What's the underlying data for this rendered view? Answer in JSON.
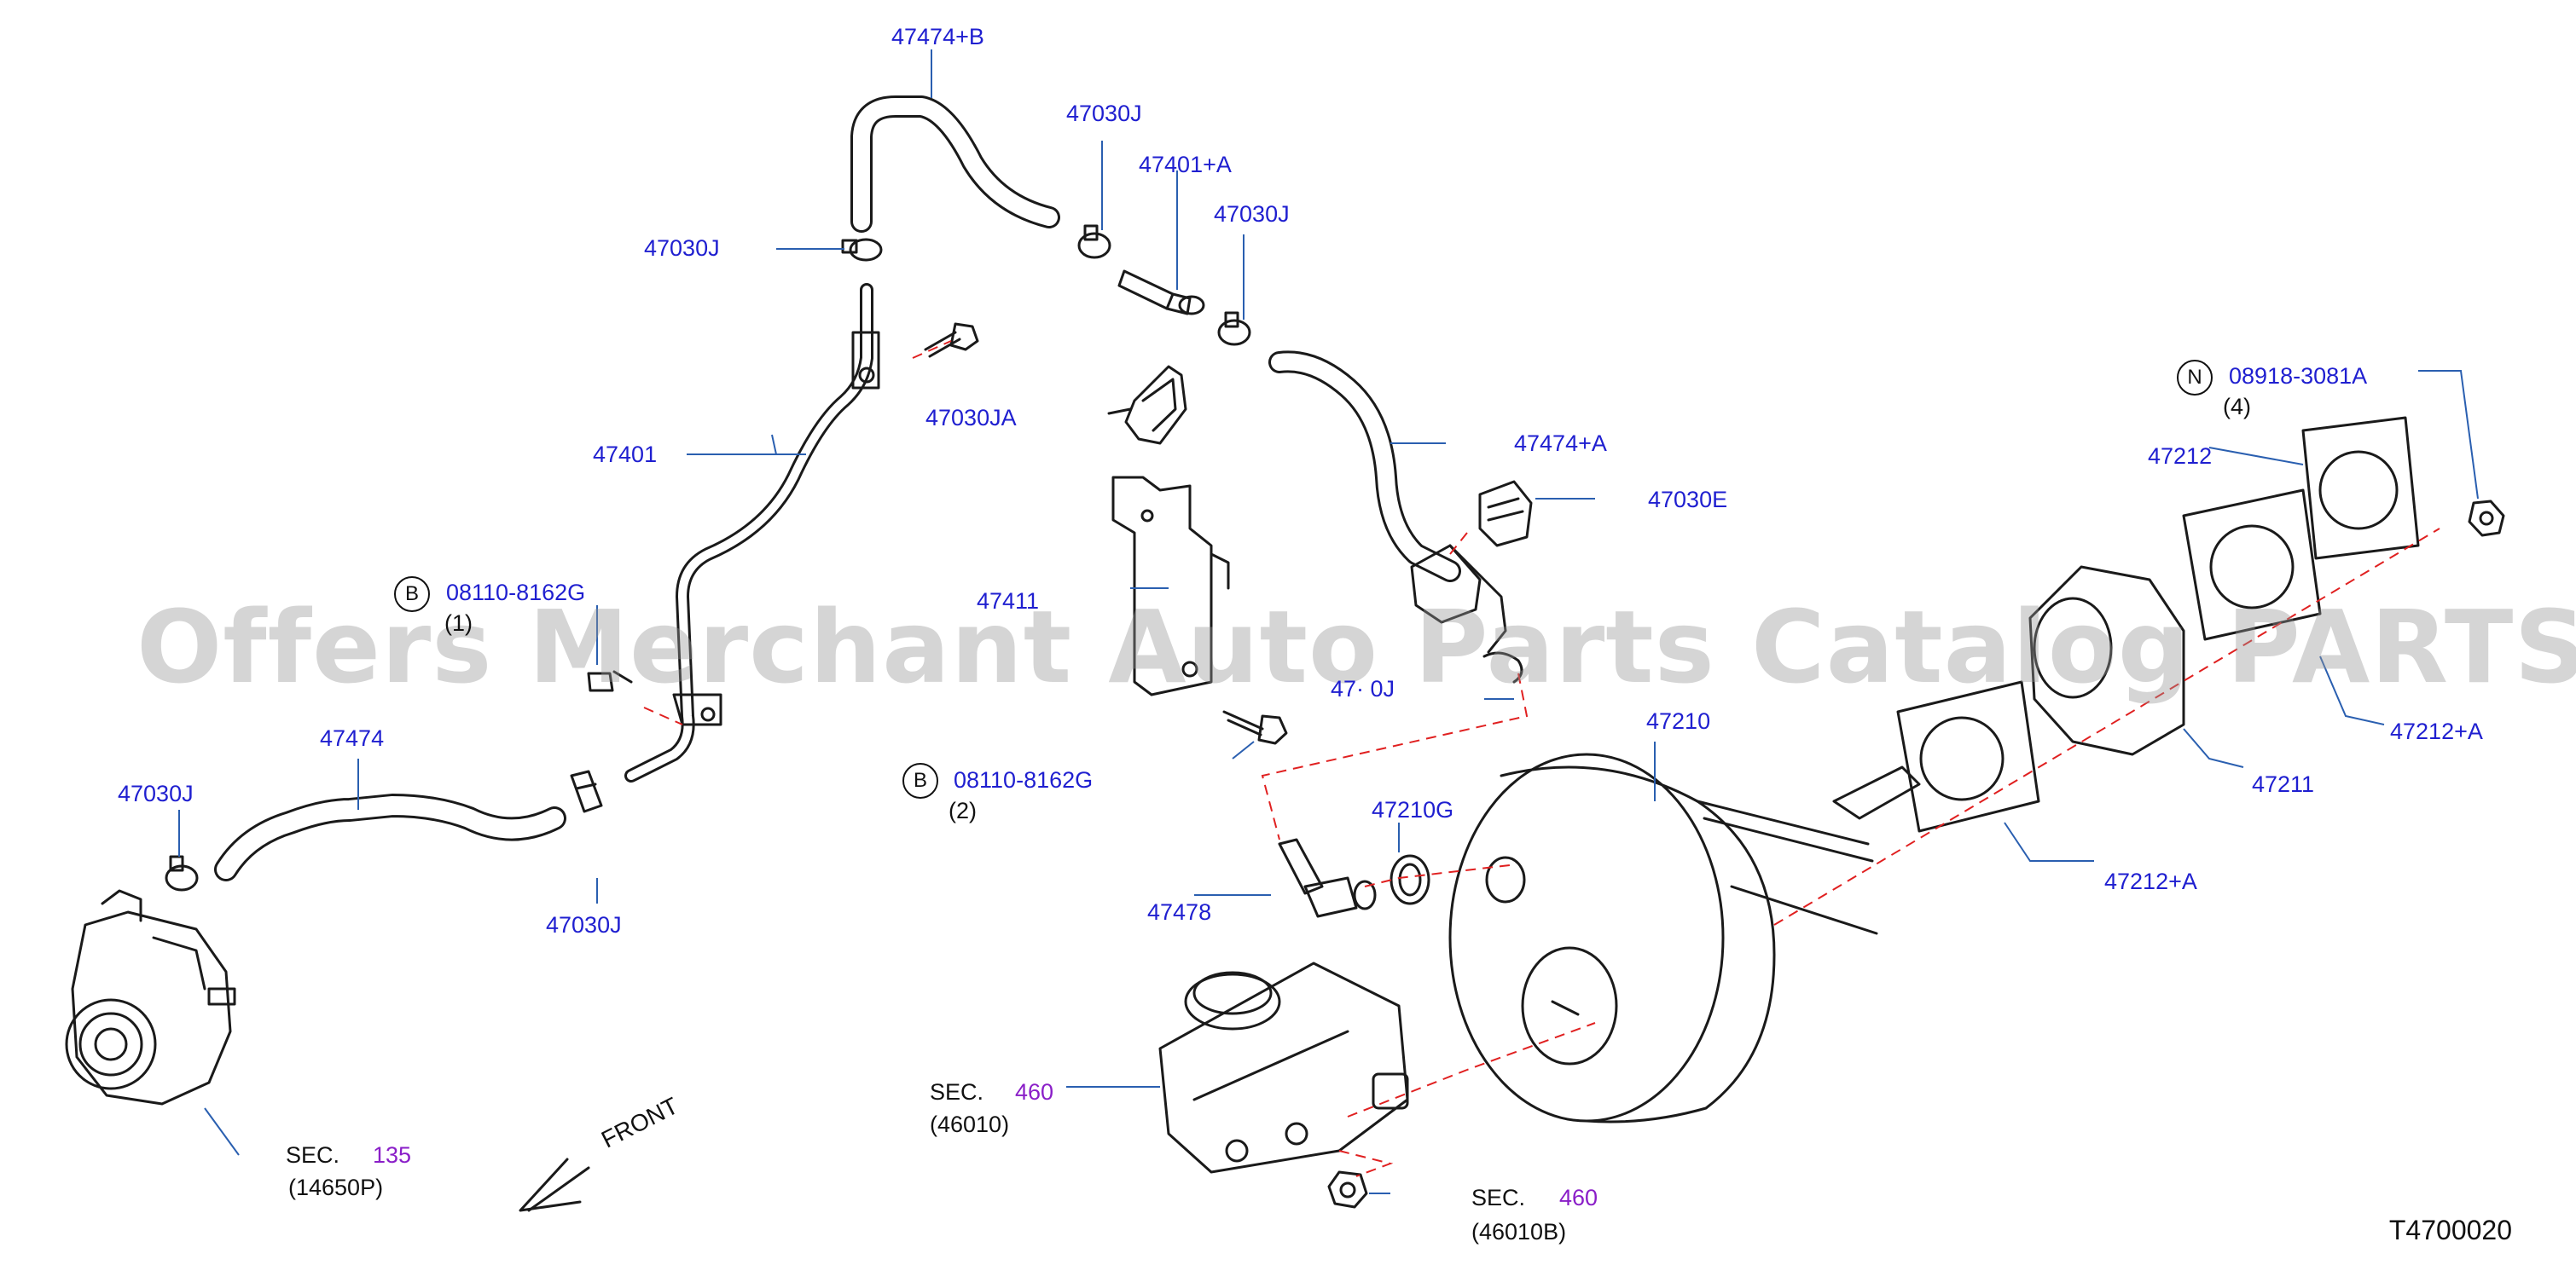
{
  "watermark": "Offers Merchant Auto Parts Catalog PARTSTORE.SA",
  "diagram_code": "T4700020",
  "front_label": "FRONT",
  "callouts": {
    "hose_47474B": "47474+B",
    "clip_47030J_top": "47030J",
    "pipe_47401A": "47401+A",
    "clip_47030J_a": "47030J",
    "clip_47030J_left": "47030J",
    "clip_47030JA": "47030JA",
    "pipe_47401": "47401",
    "hose_47474A": "47474+A",
    "valve_47030E": "47030E",
    "bolt_08110_1": "08110-8162G",
    "bolt_08110_1_qty": "(1)",
    "bolt_08110_1_prefix": "B",
    "bracket_47411": "47411",
    "clip_47030J_mid": "47· 0J",
    "hose_47474": "47474",
    "clip_47030J_pump": "47030J",
    "clip_47030J_lower": "47030J",
    "bolt_08110_2": "08110-8162G",
    "bolt_08110_2_qty": "(2)",
    "bolt_08110_2_prefix": "B",
    "booster_47210": "47210",
    "grommet_47210G": "47210G",
    "connector_47478": "47478",
    "nut_08918": "08918-3081A",
    "nut_08918_qty": "(4)",
    "nut_08918_prefix": "N",
    "gasket_47212": "47212",
    "gasket_47212A_right": "47212+A",
    "spacer_47211": "47211",
    "gasket_47212A_low": "47212+A",
    "sec_pump_label": "SEC.",
    "sec_pump_num": "135",
    "sec_pump_code": "(14650P)",
    "sec_mc_label": "SEC.",
    "sec_mc_num": "460",
    "sec_mc_code": "(46010)",
    "sec_nut_label": "SEC.",
    "sec_nut_num": "460",
    "sec_nut_code": "(46010B)"
  },
  "colors": {
    "callout_text": "#1f1fd0",
    "leader_line": "#2a5fb0",
    "section_number": "#8a1ec8",
    "dashed_line": "#e02020",
    "part_outline": "#1a1a1a"
  }
}
